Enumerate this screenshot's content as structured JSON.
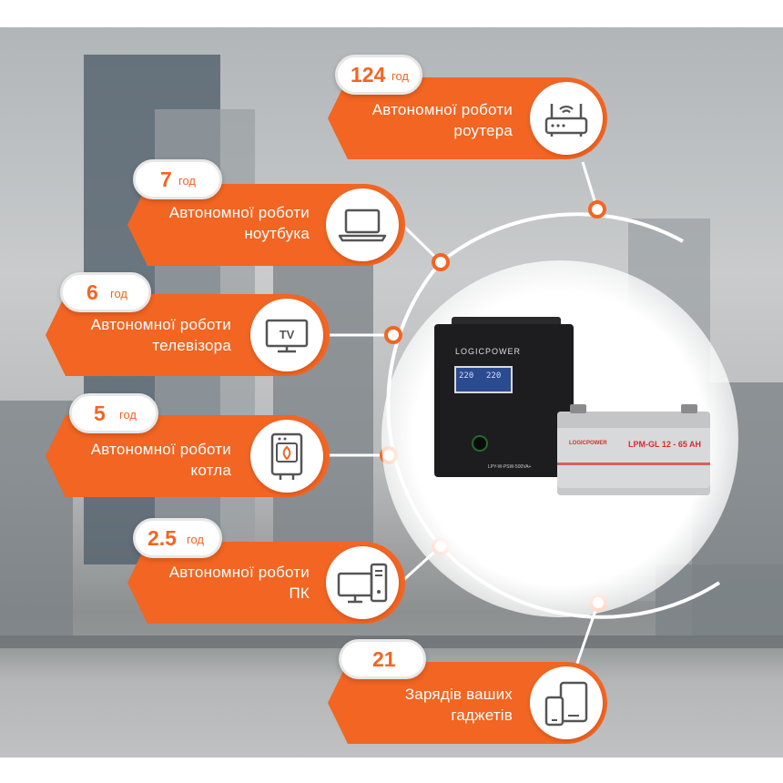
{
  "colors": {
    "accent": "#f26522",
    "white": "#ffffff",
    "pill_border": "#e7e7e7"
  },
  "items": [
    {
      "value": "124",
      "unit": "год",
      "line1": "Автономної роботи",
      "line2": "роутера",
      "icon": "router-icon"
    },
    {
      "value": "7",
      "unit": "год",
      "line1": "Автономної роботи",
      "line2": "ноутбука",
      "icon": "laptop-icon"
    },
    {
      "value": "6",
      "unit": "год",
      "line1": "Автономної роботи",
      "line2": "телевізора",
      "icon": "tv-icon",
      "icon_text": "TV"
    },
    {
      "value": "5",
      "unit": "год",
      "line1": "Автономної роботи",
      "line2": "котла",
      "icon": "boiler-icon"
    },
    {
      "value": "2.5",
      "unit": "год",
      "line1": "Автономної роботи",
      "line2": "ПК",
      "icon": "pc-icon"
    },
    {
      "value": "21",
      "unit": "",
      "line1": "Зарядів ваших",
      "line2": "гаджетів",
      "icon": "gadgets-icon"
    }
  ],
  "product": {
    "ups_brand": "LOGICPOWER",
    "ups_screen_left": "220",
    "ups_screen_right": "220",
    "ups_label": "LPY-W-PSW-500VA+",
    "battery_brand": "LOGICPOWER",
    "battery_model": "LPM-GL 12 - 65 AH"
  }
}
